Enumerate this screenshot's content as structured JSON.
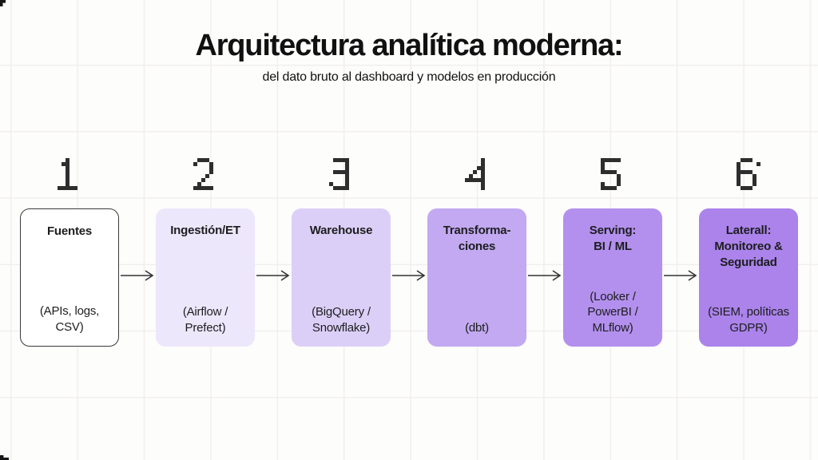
{
  "header": {
    "title": "Arquitectura analítica moderna:",
    "subtitle": "del dato bruto al dashboard y modelos en producción"
  },
  "flow": {
    "text_color": "#1d1d1f",
    "digit_color": "#2e2e2e",
    "arrow_color": "#333333",
    "steps": [
      {
        "number": "1",
        "title": "Fuentes",
        "detail": "(APIs, logs,\nCSV)",
        "fill": "#ffffff",
        "border": "#3a3a3a"
      },
      {
        "number": "2",
        "title": "Ingestión/ET",
        "detail": "(Airflow /\nPrefect)",
        "fill": "#ede7fc",
        "border": ""
      },
      {
        "number": "3",
        "title": "Warehouse",
        "detail": "(BigQuery /\nSnowflake)",
        "fill": "#dccff7",
        "border": ""
      },
      {
        "number": "4",
        "title": "Transforma-\nciones",
        "detail": "(dbt)",
        "fill": "#c2a9f1",
        "border": ""
      },
      {
        "number": "5",
        "title": "Serving:\nBI / ML",
        "detail": "(Looker /\nPowerBI /\nMLflow)",
        "fill": "#b390ee",
        "border": ""
      },
      {
        "number": "6",
        "title": "Laterall:\nMonitoreo &\nSeguridad",
        "detail": "(SIEM, políticas\nGDPR)",
        "fill": "#ab83eb",
        "border": ""
      }
    ]
  }
}
